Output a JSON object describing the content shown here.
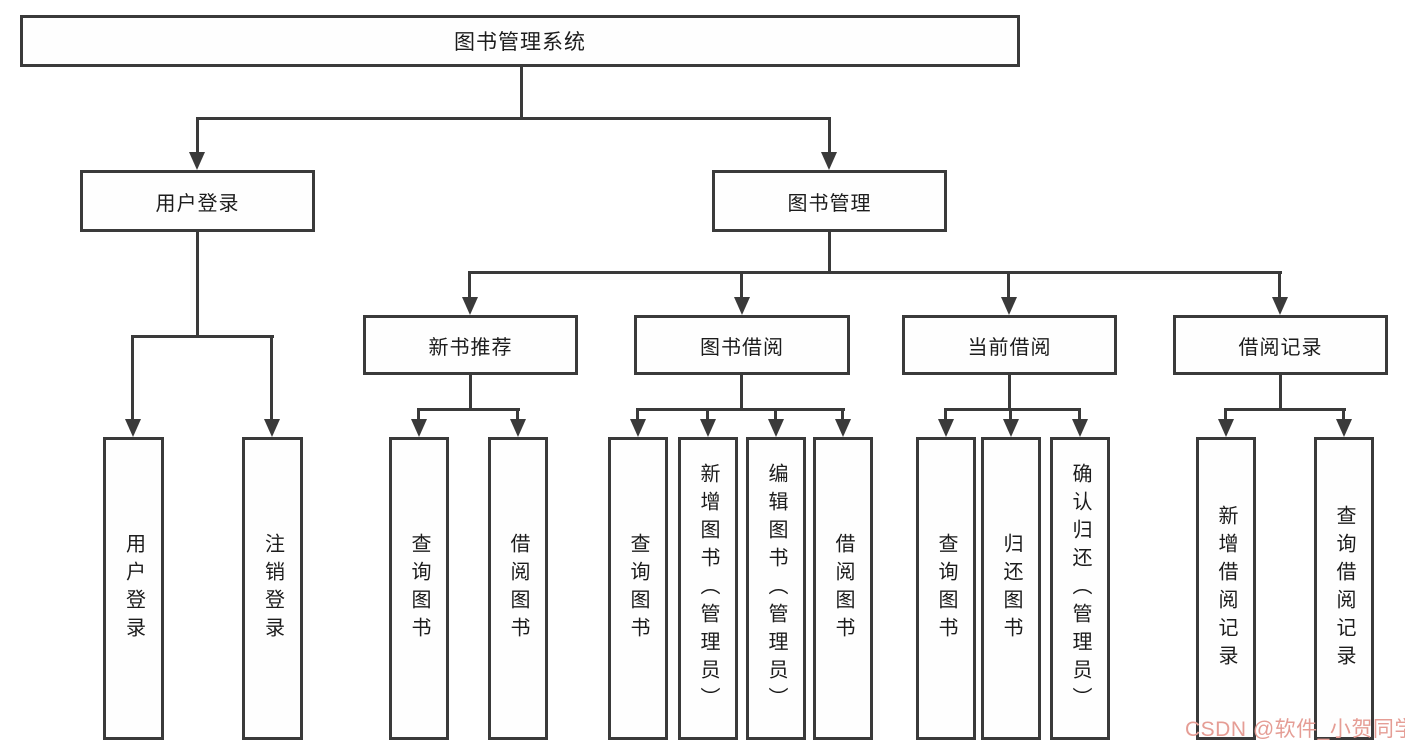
{
  "colors": {
    "line": "#3a3a3a",
    "box_border": "#3a3a3a",
    "background": "#ffffff",
    "watermark_text": "#e59d95"
  },
  "watermark": {
    "text": "CSDN @软件_小贺同学"
  },
  "nodes": {
    "root": {
      "label": "图书管理系统"
    },
    "user_login": {
      "label": "用户登录"
    },
    "book_mgmt": {
      "label": "图书管理"
    },
    "new_book_rec": {
      "label": "新书推荐"
    },
    "book_borrow": {
      "label": "图书借阅"
    },
    "current_borrow": {
      "label": "当前借阅"
    },
    "borrow_record": {
      "label": "借阅记录"
    },
    "leaves": {
      "user_login": {
        "label": "用户登录"
      },
      "logout": {
        "label": "注销登录"
      },
      "nbr_query": {
        "label": "查询图书"
      },
      "nbr_borrow": {
        "label": "借阅图书"
      },
      "bb_query": {
        "label": "查询图书"
      },
      "bb_add": {
        "label": "新增图书（管理员）"
      },
      "bb_edit": {
        "label": "编辑图书（管理员）"
      },
      "bb_borrow": {
        "label": "借阅图书"
      },
      "cb_query": {
        "label": "查询图书"
      },
      "cb_return": {
        "label": "归还图书"
      },
      "cb_confirm": {
        "label": "确认归还（管理员）"
      },
      "br_add": {
        "label": "新增借阅记录"
      },
      "br_query": {
        "label": "查询借阅记录"
      }
    }
  },
  "edges": [
    {
      "parent": "图书管理系统",
      "children": [
        "用户登录",
        "图书管理"
      ]
    },
    {
      "parent": "用户登录",
      "children": [
        "用户登录",
        "注销登录"
      ]
    },
    {
      "parent": "图书管理",
      "children": [
        "新书推荐",
        "图书借阅",
        "当前借阅",
        "借阅记录"
      ]
    },
    {
      "parent": "新书推荐",
      "children": [
        "查询图书",
        "借阅图书"
      ]
    },
    {
      "parent": "图书借阅",
      "children": [
        "查询图书",
        "新增图书（管理员）",
        "编辑图书（管理员）",
        "借阅图书"
      ]
    },
    {
      "parent": "当前借阅",
      "children": [
        "查询图书",
        "归还图书",
        "确认归还（管理员）"
      ]
    },
    {
      "parent": "借阅记录",
      "children": [
        "新增借阅记录",
        "查询借阅记录"
      ]
    }
  ]
}
